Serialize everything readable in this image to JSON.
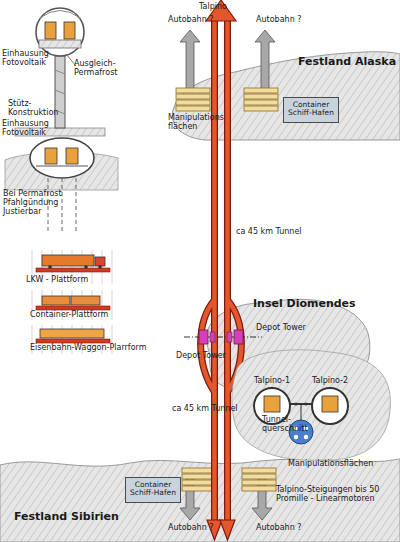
{
  "diagram": {
    "nodes": [
      {
        "text": [
          "Festland Alaska"
        ]
      },
      {
        "text": [
          "Container Schiff-Hafen"
        ],
        "in": 0
      },
      {
        "text": [
          "Insel Diomendes"
        ]
      },
      {
        "text": [
          "Festland Sibirien"
        ]
      },
      {
        "text": [
          "Container Schiff-Hafen"
        ],
        "in": 3
      }
    ],
    "edges": [
      {
        "from": 0,
        "to": 2,
        "arrow": "none",
        "label": "ca 45 km Tunnel"
      },
      {
        "from": 2,
        "to": 3,
        "arrow": "none",
        "label": "ca 45 km Tunnel"
      }
    ],
    "labels": [
      "Einhausung Fotovoltaik",
      "Ausgleich- Permafrost",
      "Stütz- Konstruktion",
      "Einhausung Fotovoltaik",
      "Bei Permafrost Pfahlgündung Justierbar",
      "Talpino",
      "Autobahn ?",
      "Autobahn ?",
      "Manipulations flächen",
      "Depot Tower",
      "Depot Tower",
      "LKW - Plattform",
      "Container-Plattform",
      "Eisenbahn-Waggon-Plarrform",
      "Talpino-1",
      "Talpino-2",
      "Tunnel- querschnitt",
      "Manipulationsflächen",
      "Talpino-Steigungen bis 50 Promille - Linearmotoren",
      "Autobahn ?",
      "Autobahn ?"
    ]
  }
}
